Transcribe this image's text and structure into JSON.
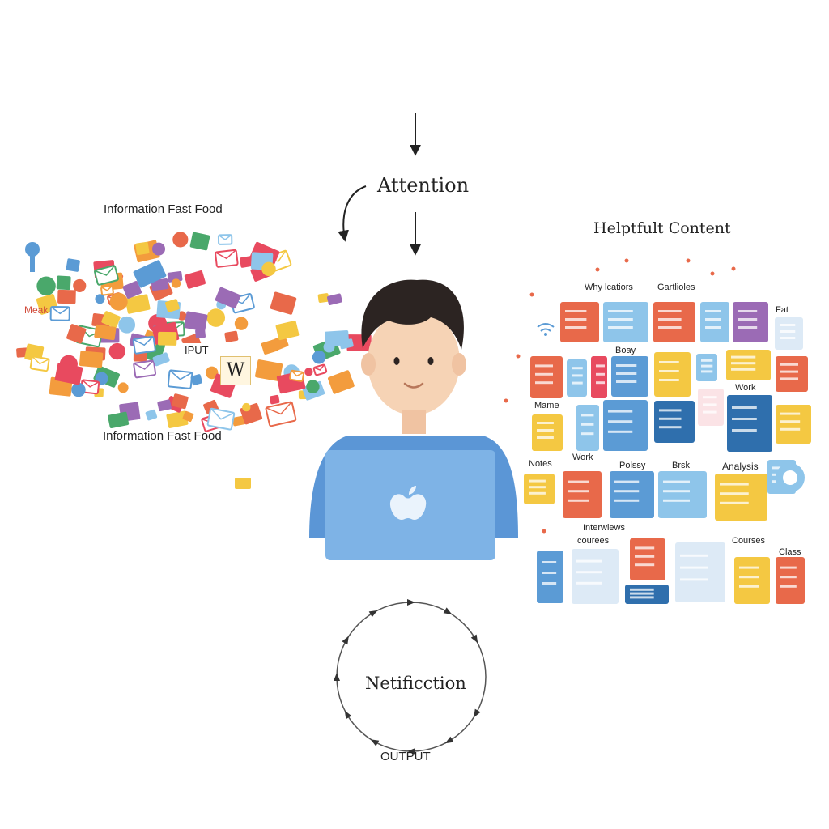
{
  "title": "Attention",
  "left_cluster": {
    "label_top": "Information Fast Food",
    "label_bottom": "Information Fast Food",
    "input_label": "IPUT",
    "side_label": "Meak",
    "w_tile": "W"
  },
  "right_cluster": {
    "title": "Helptfult Content",
    "labels": [
      "Why lcatiors",
      "Gartlioles",
      "Fat",
      "Boay",
      "Work",
      "Mame",
      "Notes",
      "Work",
      "Polssy",
      "Brsk",
      "Analysis",
      "Interwiews",
      "courees",
      "Courses",
      "Class"
    ]
  },
  "cycle": {
    "center": "Netificction",
    "bottom": "OUTPUT"
  },
  "colors": {
    "laptop": "#7eb3e6",
    "shirt": "#5b96d6",
    "hair": "#2c2422",
    "skin": "#f6d3b5",
    "palette": [
      "#e8694a",
      "#f4c842",
      "#5b9bd5",
      "#4aa86b",
      "#9b6bb5",
      "#e84a5f",
      "#8ec5ea",
      "#f39c3d"
    ]
  }
}
